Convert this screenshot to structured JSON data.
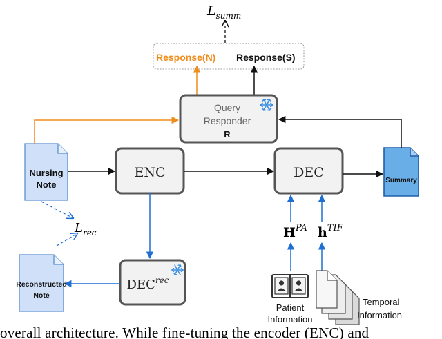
{
  "loss": {
    "summ": {
      "symbol": "L",
      "sub": "summ"
    },
    "rec": {
      "symbol": "L",
      "sub": "rec"
    }
  },
  "responses": {
    "nursing": "Response(N)",
    "summary": "Response(S)"
  },
  "query_responder": {
    "line1": "Query",
    "line2": "Responder",
    "label": "R"
  },
  "blocks": {
    "enc": "ENC",
    "dec": "DEC",
    "dec_rec": "DEC",
    "dec_rec_sup": "rec"
  },
  "docs": {
    "nursing_line1": "Nursing",
    "nursing_line2": "Note",
    "summary": "Summary",
    "reconstructed_line1": "Reconstructed",
    "reconstructed_line2": "Note"
  },
  "inputs": {
    "h_pa": {
      "base": "H",
      "sup": "PA"
    },
    "h_tif": {
      "base": "h",
      "sup": "TIF"
    },
    "patient_line1": "Patient",
    "patient_line2": "Information",
    "temporal_line1": "Temporal",
    "temporal_line2": "Information"
  },
  "caption": "overall architecture.  While fine-tuning the encoder (ENC) and",
  "colors": {
    "orange": "#f08c1a",
    "blue": "#1f6fd1",
    "doc_fill": "#cfe0f8",
    "doc_stroke": "#5b8fd1",
    "summary_fill": "#6aaee8",
    "summary_stroke": "#1f5ea8",
    "box_fill": "#f2f2f2",
    "box_stroke": "#555555"
  }
}
